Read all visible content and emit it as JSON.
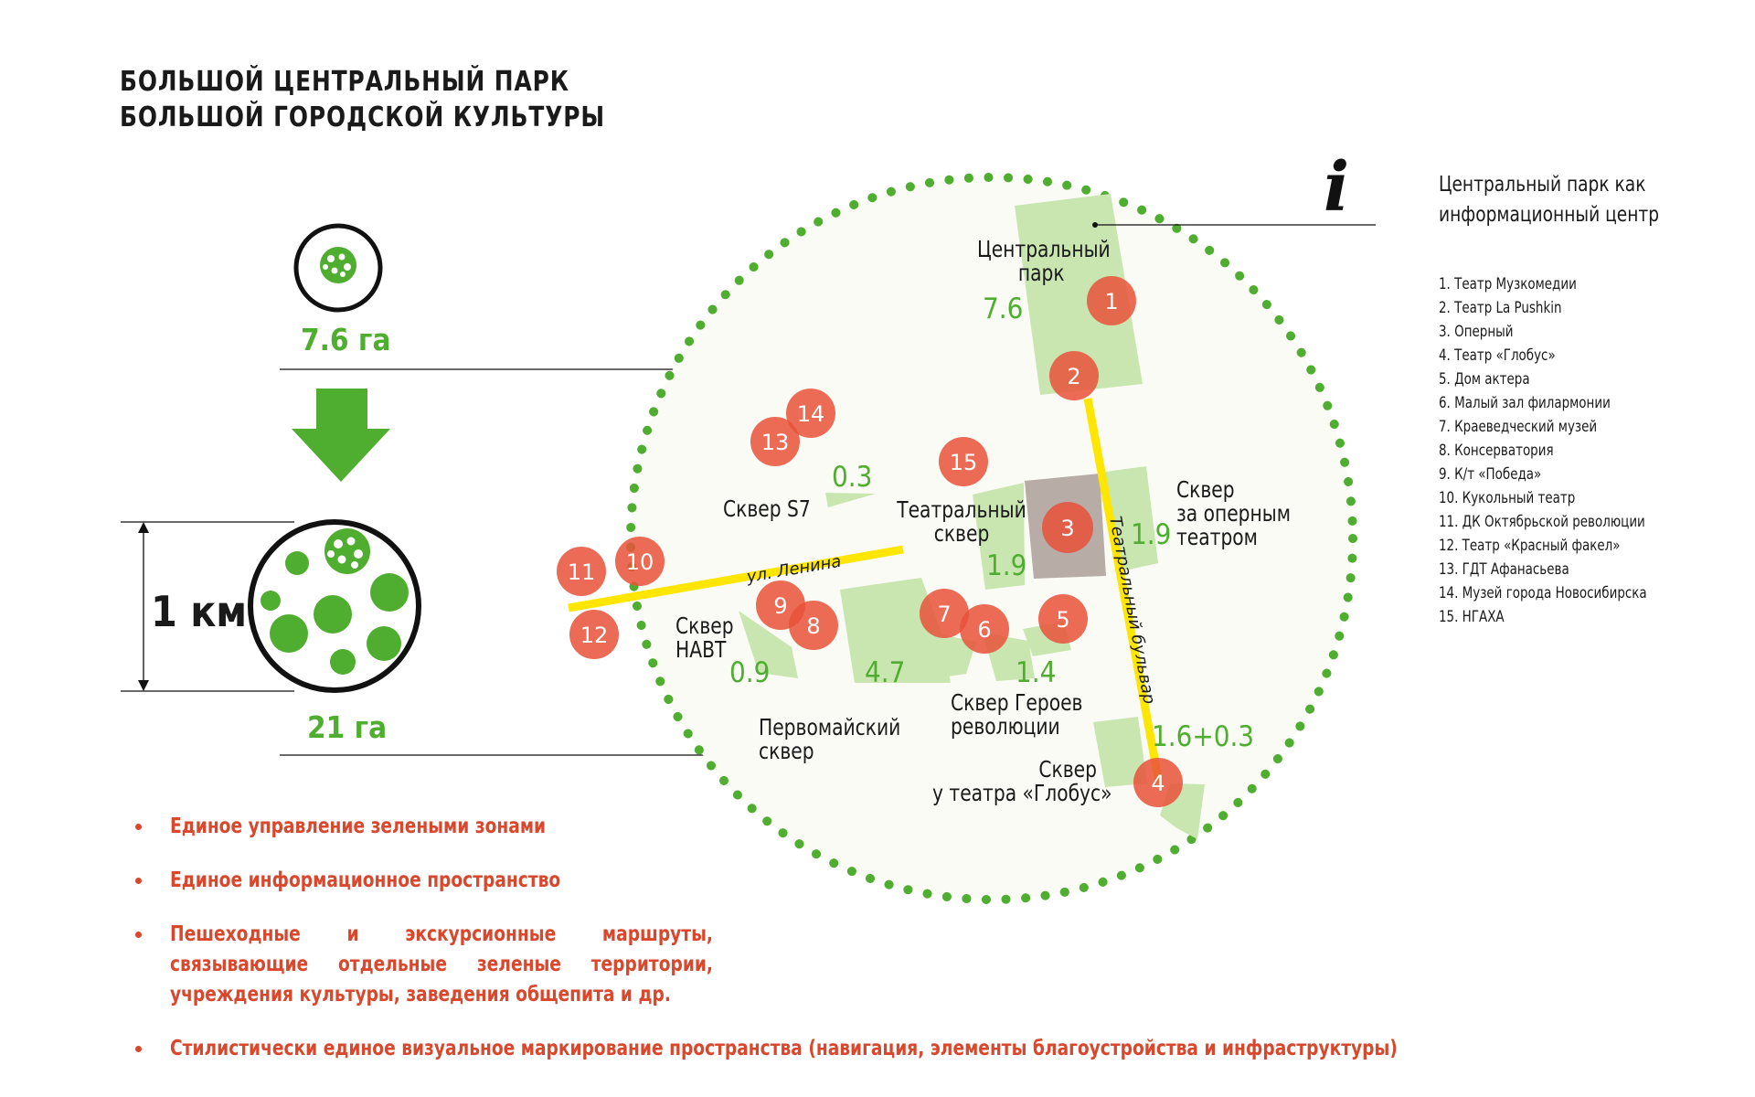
{
  "title": {
    "line1": "БОЛЬШОЙ ЦЕНТРАЛЬНЫЙ ПАРК",
    "line2": "БОЛЬШОЙ ГОРОДСКОЙ КУЛЬТУРЫ"
  },
  "left_panel": {
    "small_area": "7.6 га",
    "distance": "1 км",
    "large_area": "21 га"
  },
  "map": {
    "labels": {
      "central_park": "Центральный\nпарк",
      "skver_s7": "Сквер S7",
      "theatre_skver": "Театральный\nсквер",
      "skver_opera": "Сквер\nза оперным\nтеатром",
      "skver_navt": "Сквер\nНАВТ",
      "pervomaisky": "Первомайский\nсквер",
      "skver_heroes": "Сквер Героев\nреволюции",
      "skver_globus": "Сквер\nу театра «Глобус»",
      "street_lenina": "ул. Ленина",
      "street_bulvar": "Театральный бульвар"
    },
    "areas": {
      "central_park": "7.6",
      "skver_s7": "0.3",
      "theatre_skver": "1.9",
      "skver_opera": "1.9",
      "skver_navt": "0.9",
      "pervomaisky": "4.7",
      "skver_heroes": "1.4",
      "skver_globus": "1.6+0.3"
    },
    "markers": [
      "1",
      "2",
      "3",
      "4",
      "5",
      "6",
      "7",
      "8",
      "9",
      "10",
      "11",
      "12",
      "13",
      "14",
      "15"
    ],
    "colors": {
      "green": "#4fae2f",
      "marker": "#e8533a",
      "road": "#ffe600",
      "park_fill": "#c9e6b0",
      "opera_fill": "#b7aca6"
    }
  },
  "info": {
    "icon": "i",
    "text": "Центральный парк как\nинформационный центр"
  },
  "legend": [
    "1. Театр Музкомедии",
    "2. Театр La Pushkin",
    "3. Оперный",
    "4. Театр «Глобус»",
    "5. Дом актера",
    "6. Малый зал филармонии",
    "7. Краеведческий музей",
    "8. Консерватория",
    "9. К/т «Победа»",
    "10. Кукольный театр",
    "11. ДК Октябрьской революции",
    "12. Театр «Красный факел»",
    "13. ГДТ Афанасьева",
    "14. Музей города Новосибирска",
    "15. НГАХА"
  ],
  "bullets": [
    "Единое управление зелеными зонами",
    "Единое информационное пространство",
    "Пешеходные и экскурсионные маршруты, связывающие отдельные зеленые территории, учреждения культуры, заведения общепита и др.",
    "Стилистически единое визуальное маркирование пространства (навигация, элементы благоустройства и инфраструктуры)"
  ]
}
